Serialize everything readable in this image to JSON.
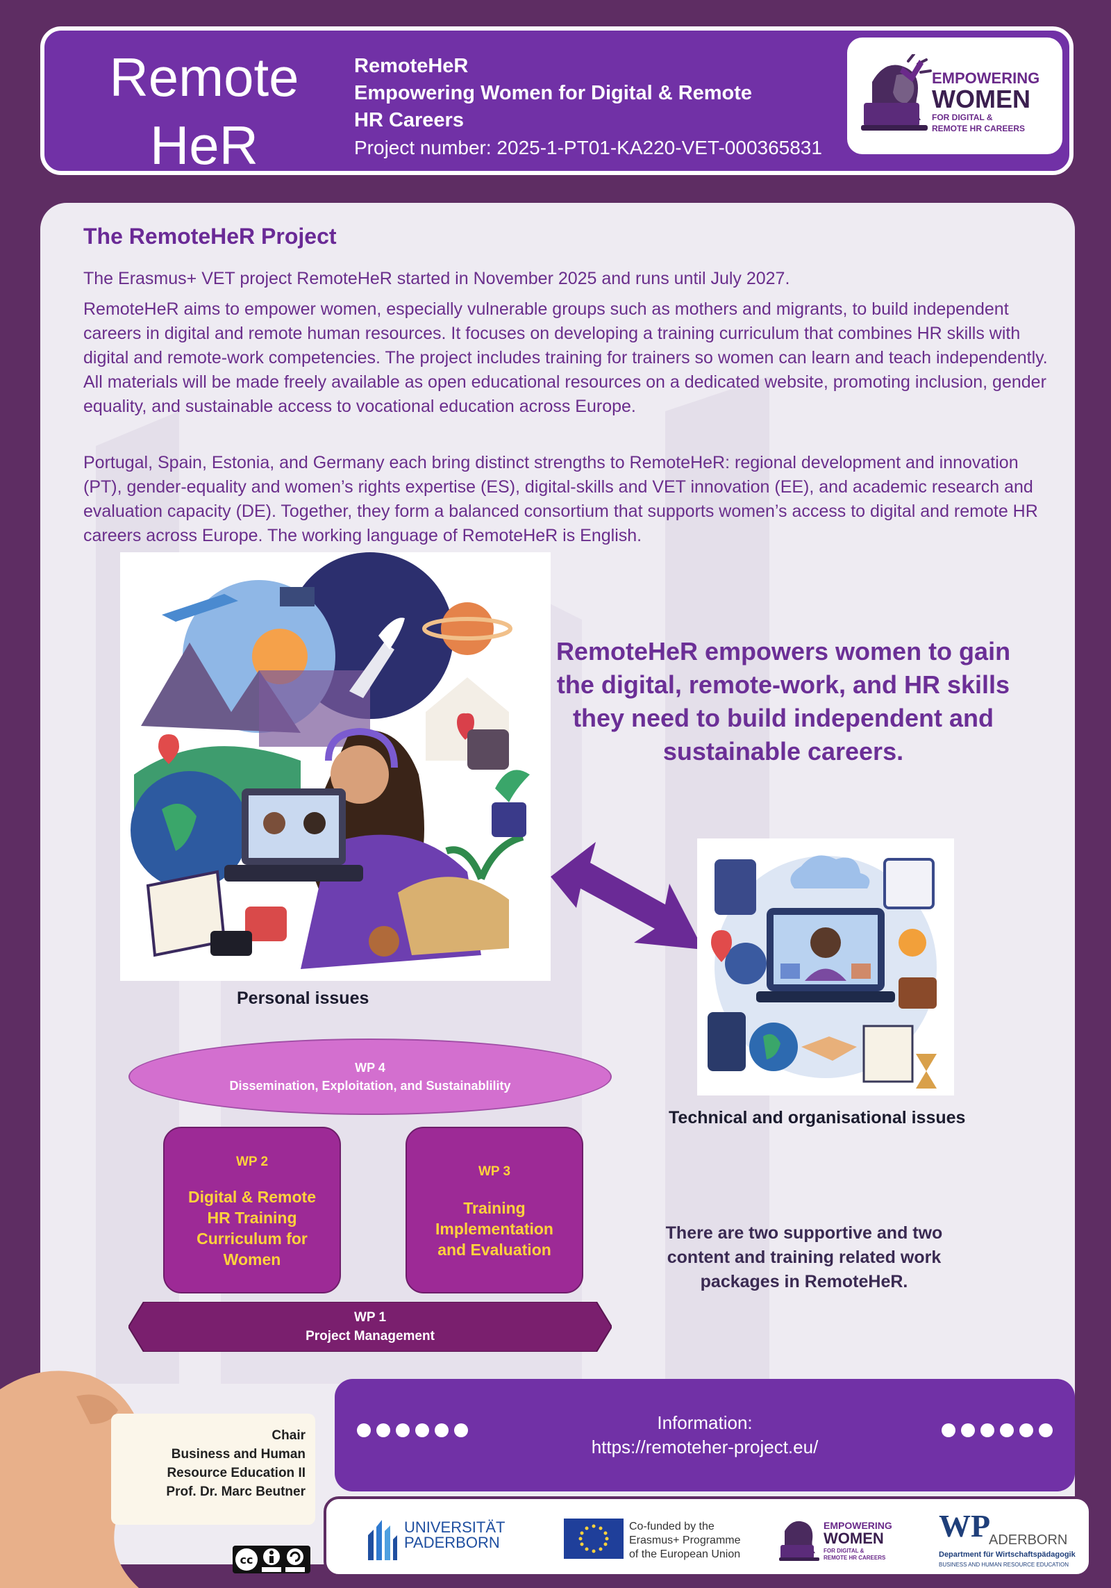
{
  "header": {
    "title_line1": "Remote",
    "title_line2": "HeR",
    "project_name": "RemoteHeR",
    "subtitle_line1": "Empowering Women for Digital & Remote",
    "subtitle_line2": "HR Careers",
    "project_number": "Project number: 2025-1-PT01-KA220-VET-000365831",
    "logo": {
      "line1": "EMPOWERING",
      "line2": "WOMEN",
      "line3": "FOR DIGITAL &",
      "line4": "REMOTE HR CAREERS"
    }
  },
  "main": {
    "section_title": "The RemoteHeR Project",
    "paragraph1": "The Erasmus+ VET project RemoteHeR started in November 2025 and runs until July 2027.",
    "paragraph2": "RemoteHeR aims to empower women, especially vulnerable groups such as mothers and migrants, to build independent careers in digital and remote human resources. It focuses on developing a training curriculum that combines HR skills with digital and remote-work competencies. The project includes training for trainers so women can learn and teach independently. All materials will be made freely available as open educational resources on a dedicated website, promoting inclusion, gender equality, and sustainable access to vocational education across Europe.",
    "paragraph3": "Portugal, Spain, Estonia, and Germany each bring distinct strengths to RemoteHeR: regional development and innovation (PT), gender-equality and women’s rights expertise (ES), digital-skills and VET innovation (EE), and academic research and evaluation capacity (DE). Together, they form a balanced consortium that supports women’s access to digital and remote HR careers across Europe. The working language of RemoteHeR is English.",
    "tagline": "RemoteHeR empowers women to gain the digital, remote-work, and HR skills they need to build independent and sustainable careers.",
    "caption_personal": "Personal issues",
    "caption_tech": "Technical and organisational issues"
  },
  "work_packages": {
    "wp4": {
      "num": "WP 4",
      "name": "Dissemination, Exploitation, and Sustainablility"
    },
    "wp2": {
      "num": "WP 2",
      "name": "Digital & Remote HR Training Curriculum for Women"
    },
    "wp3": {
      "num": "WP 3",
      "name": "Training Implementation and Evaluation"
    },
    "wp1": {
      "num": "WP 1",
      "name": "Project Management"
    },
    "note": "There are two supportive and two content and training related work packages in RemoteHeR."
  },
  "card": {
    "line1": "Chair",
    "line2": "Business and Human",
    "line3": "Resource Education II",
    "line4": "Prof. Dr. Marc Beutner"
  },
  "info": {
    "label": "Information:",
    "url": "https://remoteher-project.eu/"
  },
  "footer": {
    "uni_line1": "UNIVERSITÄT",
    "uni_line2": "PADERBORN",
    "eu_line1": "Co-funded by the",
    "eu_line2": "Erasmus+ Programme",
    "eu_line3": "of the European Union",
    "logo_line1": "EMPOWERING",
    "logo_line2": "WOMEN",
    "logo_line3": "FOR DIGITAL &",
    "logo_line4": "REMOTE HR CAREERS",
    "wp_mark": "WP",
    "wp_city": "ADERBORN",
    "wp_dept": "Department für Wirtschaftspädagogik",
    "wp_sub": "BUSINESS AND HUMAN RESOURCE EDUCATION"
  },
  "colors": {
    "background": "#5e2d63",
    "header": "#7131a6",
    "accent_text": "#6b2f96",
    "wp_box": "#9d2a96",
    "wp_text": "#ffd23c",
    "wp4": "#d36fcf",
    "wp1": "#7a1f6e"
  }
}
